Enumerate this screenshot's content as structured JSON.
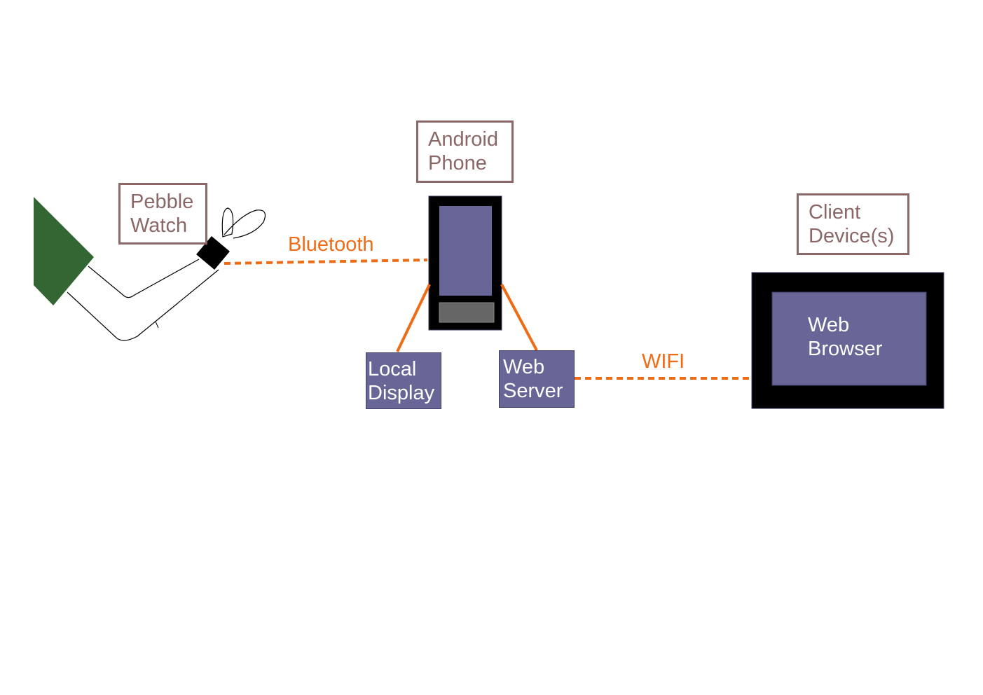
{
  "labels": {
    "pebble_watch": [
      "Pebble",
      "Watch"
    ],
    "android_phone": [
      "Android",
      "Phone"
    ],
    "client_devices": [
      "Client",
      "Device(s)"
    ]
  },
  "components": {
    "local_display": [
      "Local",
      "Display"
    ],
    "web_server": [
      "Web",
      "Server"
    ],
    "web_browser": [
      "Web",
      "Browser"
    ]
  },
  "connections": {
    "bluetooth": "Bluetooth",
    "wifi": "WIFI"
  },
  "colors": {
    "label_border": "#8c6767",
    "component_fill": "#676697",
    "connection": "#ef6c16",
    "hand": "#336633",
    "device_body": "#000000"
  }
}
